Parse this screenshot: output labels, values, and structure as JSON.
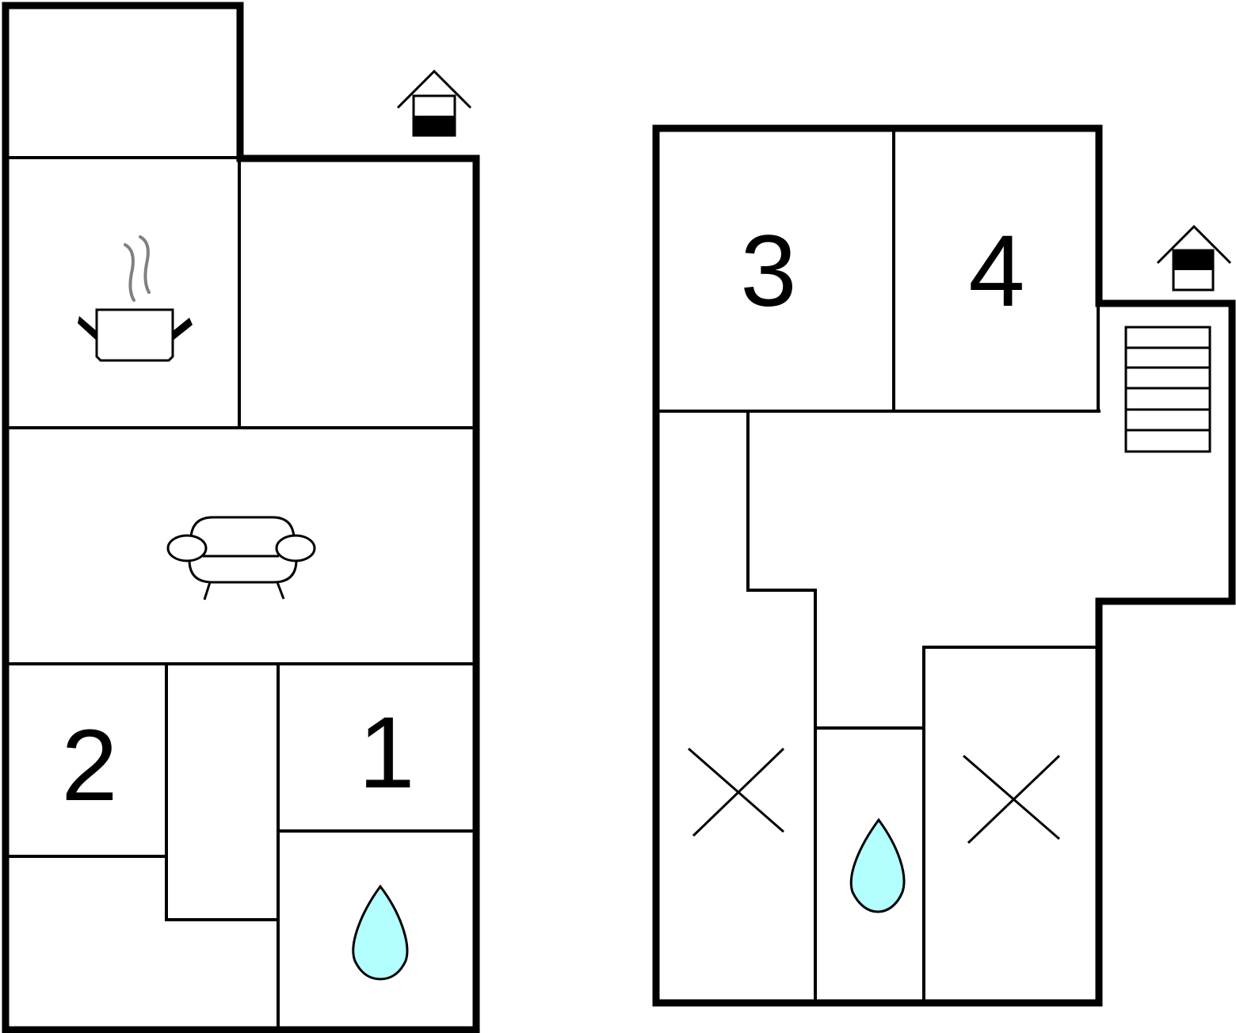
{
  "floors": [
    {
      "id": "ground",
      "symbols": [
        {
          "icon": "entrance-icon",
          "meaning": "entrance"
        },
        {
          "icon": "kitchen-pot-icon",
          "meaning": "kitchen"
        },
        {
          "icon": "sofa-icon",
          "meaning": "living room"
        },
        {
          "icon": "water-drop-icon",
          "meaning": "bathroom"
        }
      ],
      "room_numbers": [
        "1",
        "2"
      ]
    },
    {
      "id": "upper",
      "symbols": [
        {
          "icon": "entrance-icon",
          "meaning": "entrance"
        },
        {
          "icon": "stairs-icon",
          "meaning": "stairs"
        },
        {
          "icon": "water-drop-icon",
          "meaning": "bathroom"
        },
        {
          "icon": "cross-icon",
          "meaning": "room"
        },
        {
          "icon": "cross-icon",
          "meaning": "room"
        }
      ],
      "room_numbers": [
        "3",
        "4"
      ]
    }
  ],
  "colors": {
    "wall": "#000000",
    "water": "#b3ffff",
    "steam": "#808080",
    "background": "#ffffff"
  }
}
